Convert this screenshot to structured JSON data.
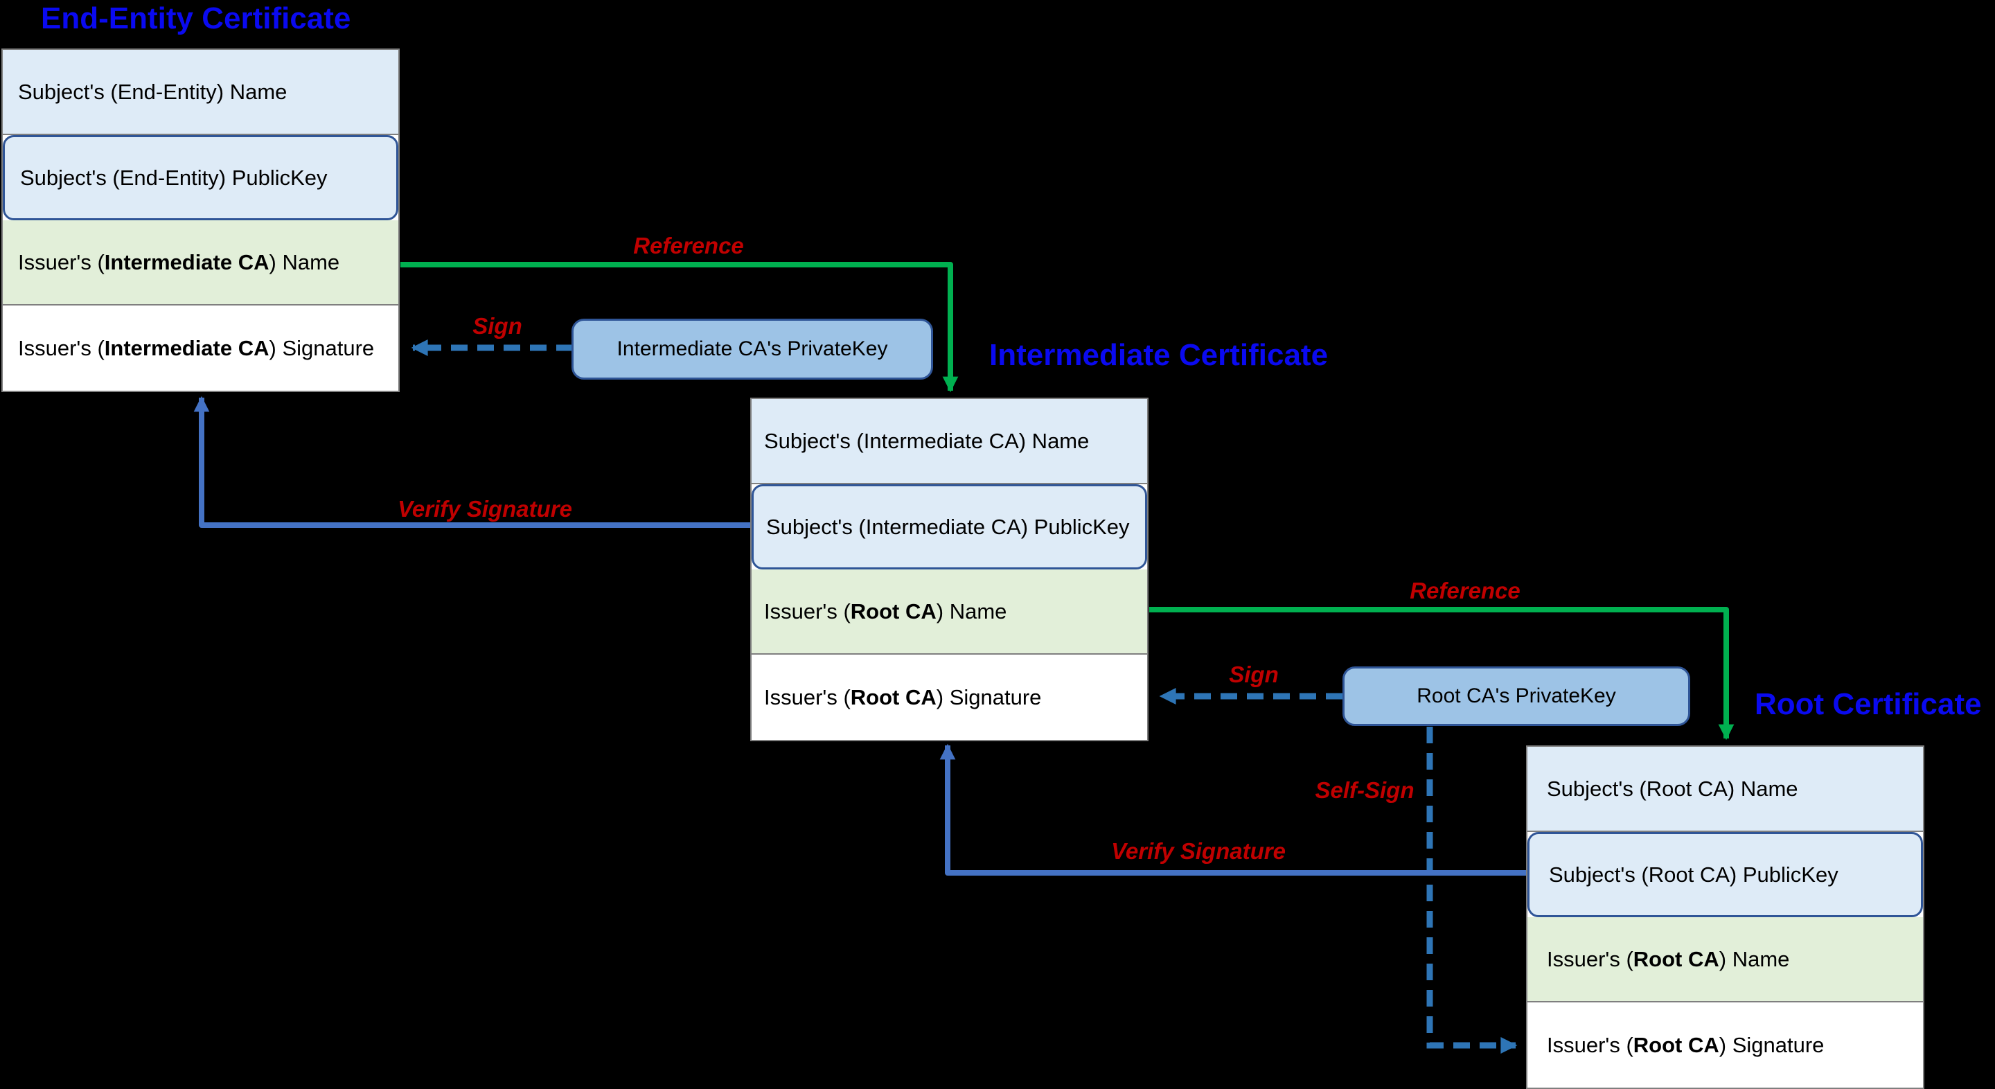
{
  "diagram": {
    "type": "pki-certificate-chain",
    "background": "#000000"
  },
  "titles": {
    "end_entity": "End-Entity Certificate",
    "intermediate": "Intermediate Certificate",
    "root": "Root Certificate"
  },
  "certificates": [
    {
      "id": "end-entity",
      "rows": [
        {
          "pre": "Subject's (End-Entity) Name",
          "bold": "",
          "post": ""
        },
        {
          "pre": "Subject's (End-Entity) PublicKey",
          "bold": "",
          "post": ""
        },
        {
          "pre": "Issuer's (",
          "bold": "Intermediate CA",
          "post": ") Name"
        },
        {
          "pre": "Issuer's (",
          "bold": "Intermediate CA",
          "post": ") Signature"
        }
      ]
    },
    {
      "id": "intermediate",
      "rows": [
        {
          "pre": "Subject's (Intermediate CA) Name",
          "bold": "",
          "post": ""
        },
        {
          "pre": "Subject's (Intermediate CA) PublicKey",
          "bold": "",
          "post": ""
        },
        {
          "pre": "Issuer's (",
          "bold": "Root CA",
          "post": ") Name"
        },
        {
          "pre": "Issuer's (",
          "bold": "Root CA",
          "post": ") Signature"
        }
      ]
    },
    {
      "id": "root",
      "rows": [
        {
          "pre": "Subject's (Root CA) Name",
          "bold": "",
          "post": ""
        },
        {
          "pre": "Subject's (Root CA) PublicKey",
          "bold": "",
          "post": ""
        },
        {
          "pre": "Issuer's (",
          "bold": "Root CA",
          "post": ") Name"
        },
        {
          "pre": "Issuer's (",
          "bold": "Root CA",
          "post": ") Signature"
        }
      ]
    }
  ],
  "private_keys": {
    "intermediate": "Intermediate CA's PrivateKey",
    "root": "Root CA's PrivateKey"
  },
  "edge_labels": {
    "reference1": "Reference",
    "reference2": "Reference",
    "sign1": "Sign",
    "sign2": "Sign",
    "verify1": "Verify Signature",
    "verify2": "Verify Signature",
    "selfsign": "Self-Sign"
  },
  "colors": {
    "row_light_blue": "#DEEBF7",
    "row_light_green": "#E2EFD9",
    "key_fill": "#9DC3E6",
    "key_border": "#2F5597",
    "border_gray": "#7F7F7F",
    "arrow_green": "#00B050",
    "arrow_blue": "#4472C4",
    "arrow_dashed_blue": "#2E75B6",
    "label_red": "#C00000",
    "title_blue": "#0A0AF0"
  }
}
